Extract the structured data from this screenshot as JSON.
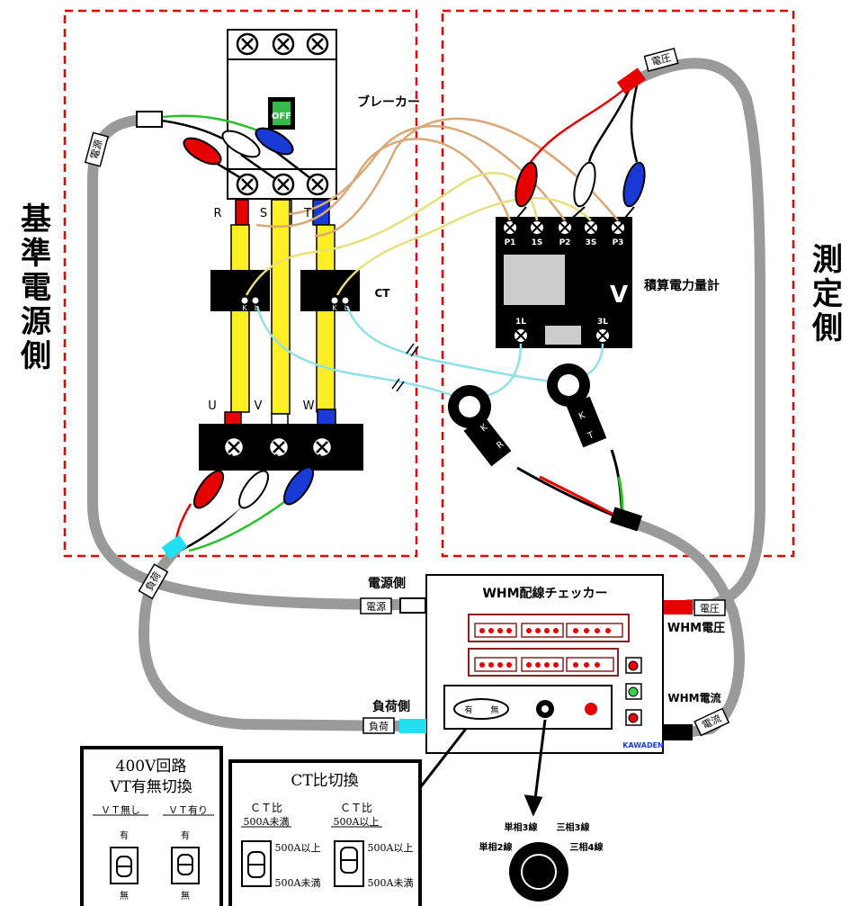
{
  "side_labels": {
    "reference": "基準電源側",
    "measure": "測定側"
  },
  "breaker": {
    "label": "ブレーカー",
    "switch": "OFF",
    "phases_top": [
      "R",
      "S",
      "T"
    ],
    "phases_bottom": [
      "U",
      "V",
      "W"
    ]
  },
  "ct": {
    "label": "CT",
    "terminal_k": "K",
    "terminal_l": "L",
    "clamp_r_letters": [
      "K",
      "R"
    ],
    "clamp_t_letters": [
      "K",
      "T"
    ]
  },
  "meter": {
    "label": "積算電力量計",
    "unit": "V",
    "terminals_top": [
      "P1",
      "1S",
      "P2",
      "3S",
      "P3"
    ],
    "terminals_bottom": [
      "1L",
      "3L"
    ]
  },
  "cables": {
    "voltage": "電圧",
    "source": "電源",
    "load": "負荷",
    "current": "電流"
  },
  "checker": {
    "title": "WHM配線チェッカー",
    "brand": "KAWADEN",
    "source_side": "電源側",
    "load_side": "負荷側",
    "source_tag": "電源",
    "load_tag": "負荷",
    "whm_voltage": "WHM電圧",
    "whm_current": "WHM電流",
    "voltage_tag": "電圧",
    "current_tag": "電流",
    "switch_mark_left": "有",
    "switch_mark_right": "無"
  },
  "vt_panel": {
    "title_line1": "400V回路",
    "title_line2": "VT有無切換",
    "col1": "ＶＴ無し",
    "col2": "ＶＴ有り",
    "top_label": "有",
    "bottom_label": "無"
  },
  "ct_panel": {
    "title": "CT比切換",
    "col1_line1": "ＣＴ比",
    "col1_line2": "500A未満",
    "col2_line1": "ＣＴ比",
    "col2_line2": "500A以上",
    "top_label": "500A以上",
    "bottom_label": "500A未満"
  },
  "knob": {
    "labels": [
      "単相3線",
      "三相3線",
      "単相2線",
      "三相4線"
    ]
  },
  "colors": {
    "region_border": "#e60000",
    "red_phase": "#e60000",
    "blue_phase": "#1a3ad6",
    "bus_yellow": "#ffee22",
    "voltage_lead": "#d9a878",
    "ct_lead": "#8fe0e8",
    "cable_gray": "#9a9a9a",
    "ct_lead_yellow": "#e6df7a"
  }
}
